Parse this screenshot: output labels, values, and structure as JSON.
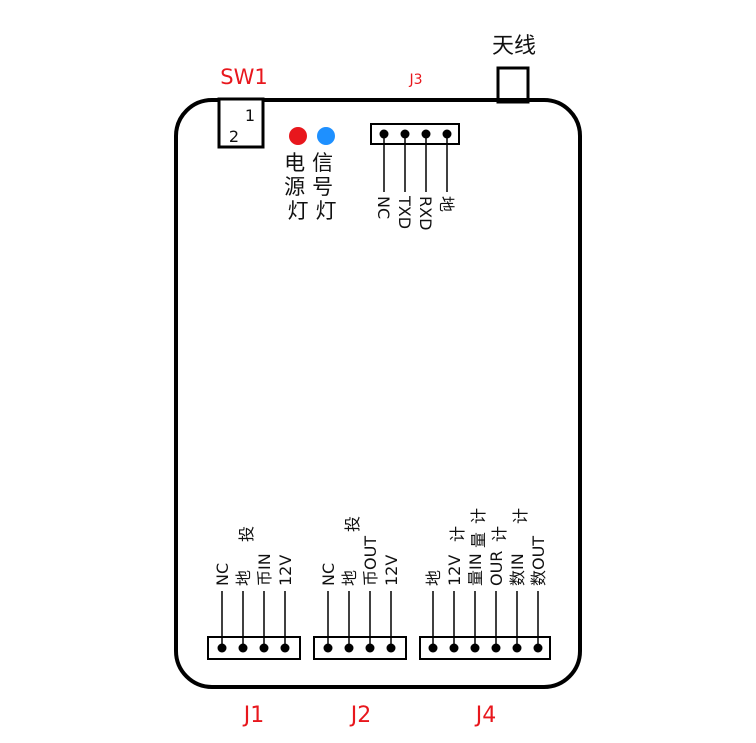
{
  "labels": {
    "antenna": "天线",
    "sw1": "SW1",
    "sw1_pin1": "1",
    "sw1_pin2": "2",
    "j3": "J3",
    "j1": "J1",
    "j2": "J2",
    "j4": "J4"
  },
  "leds": {
    "power": {
      "lines": [
        "电",
        "源",
        "灯"
      ],
      "color": "#e8171d"
    },
    "signal": {
      "lines": [
        "信",
        "号",
        "灯"
      ],
      "color": "#1e90ff"
    }
  },
  "j3_pins": [
    "NC",
    "TXD",
    "RXD",
    "地"
  ],
  "j1_pins": [
    {
      "lines": [
        "NC"
      ]
    },
    {
      "lines": [
        "地"
      ]
    },
    {
      "lines": [
        "投",
        "币IN"
      ]
    },
    {
      "lines": [
        "12V"
      ]
    }
  ],
  "j2_pins": [
    {
      "lines": [
        "NC"
      ]
    },
    {
      "lines": [
        "地"
      ]
    },
    {
      "lines": [
        "投",
        "币OUT"
      ]
    },
    {
      "lines": [
        "12V"
      ]
    }
  ],
  "j4_pins": [
    {
      "lines": [
        "地"
      ]
    },
    {
      "lines": [
        "12V"
      ]
    },
    {
      "lines": [
        "计",
        "量IN"
      ]
    },
    {
      "lines": [
        "计",
        "量",
        "OUR"
      ]
    },
    {
      "lines": [
        "计",
        "数IN"
      ]
    },
    {
      "lines": [
        "计",
        "数OUT"
      ]
    }
  ],
  "colors": {
    "accent": "#e8171d",
    "signal": "#1e90ff",
    "ink": "#111111"
  }
}
